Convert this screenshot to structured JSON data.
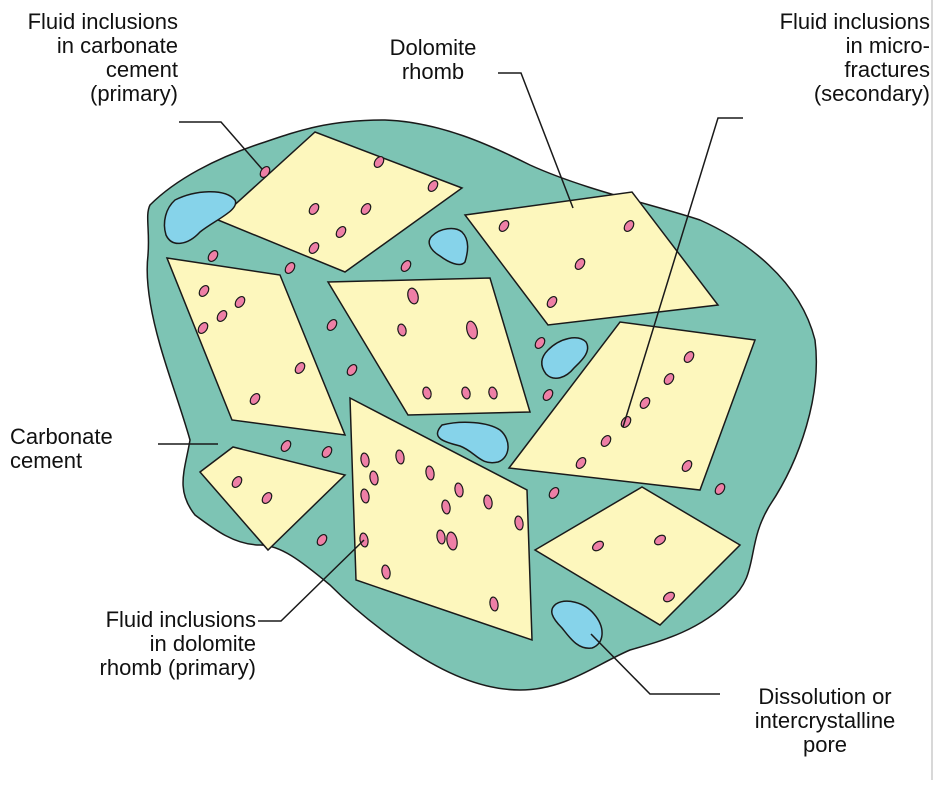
{
  "colors": {
    "cement": "#7dc4b4",
    "rhomb": "#fdf7bd",
    "pore": "#86d3ea",
    "inclusion": "#ee7fa6",
    "outline": "#1a1a1a"
  },
  "labels": {
    "fi_carbonate_cement": {
      "line1": "Fluid inclusions",
      "line2": "in carbonate",
      "line3": "cement",
      "line4": "(primary)"
    },
    "dolomite_rhomb": {
      "line1": "Dolomite",
      "line2": "rhomb"
    },
    "fi_microfractures": {
      "line1": "Fluid inclusions",
      "line2": "in micro-",
      "line3": "fractures",
      "line4": "(secondary)"
    },
    "carbonate_cement": {
      "line1": "Carbonate",
      "line2": "cement"
    },
    "fi_dolomite_rhomb": {
      "line1": "Fluid inclusions",
      "line2": "in dolomite",
      "line3": "rhomb (primary)"
    },
    "dissolution_pore": {
      "line1": "Dissolution or",
      "line2": "intercrystalline",
      "line3": "pore"
    }
  }
}
